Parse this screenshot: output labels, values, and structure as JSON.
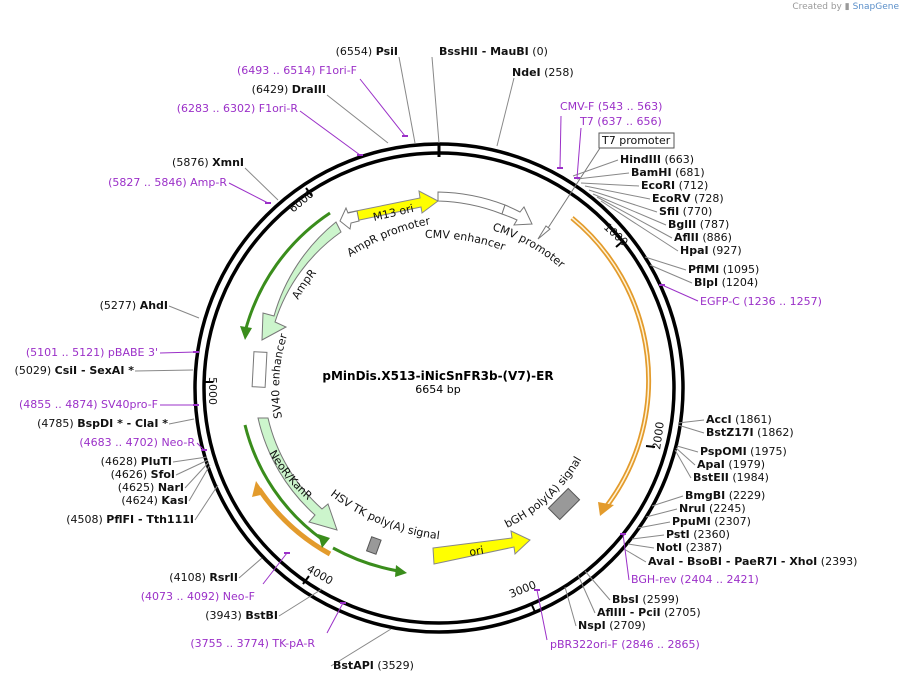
{
  "credit": {
    "prefix": "Created by",
    "brand": "SnapGene"
  },
  "plasmid": {
    "name": "pMinDis.X513-iNicSnFR3b-(V7)-ER",
    "length": "6654 bp"
  },
  "ticks": [
    "1000",
    "2000",
    "3000",
    "4000",
    "5000",
    "6000"
  ],
  "features": [
    {
      "label": "M13 ori",
      "color": "#ffff00"
    },
    {
      "label": "CMV enhancer",
      "color": "#ffffff"
    },
    {
      "label": "CMV promoter",
      "color": "#ffffff"
    },
    {
      "label": "T7 promoter",
      "color": "#ffffff"
    },
    {
      "label": "AmpR promoter",
      "color": "#ffffff"
    },
    {
      "label": "AmpR",
      "color": "#ccf5cc"
    },
    {
      "label": "SV40 enhancer",
      "color": "#ffffff"
    },
    {
      "label": "NeoR/KanR",
      "color": "#ccf5cc"
    },
    {
      "label": "HSV TK poly(A) signal",
      "color": "#999999"
    },
    {
      "label": "ori",
      "color": "#ffff00"
    },
    {
      "label": "bGH poly(A) signal",
      "color": "#999999"
    }
  ],
  "sites": [
    {
      "pos": "(6554)",
      "name": "PsiI"
    },
    {
      "pos": "(0)",
      "name": "BssHII  - MauBI"
    },
    {
      "pos": "(258)",
      "name": "NdeI"
    },
    {
      "pos": "(6429)",
      "name": "DraIII"
    },
    {
      "pos": "(5876)",
      "name": "XmnI"
    },
    {
      "pos": "(663)",
      "name": "HindIII"
    },
    {
      "pos": "(681)",
      "name": "BamHI"
    },
    {
      "pos": "(712)",
      "name": "EcoRI"
    },
    {
      "pos": "(728)",
      "name": "EcoRV"
    },
    {
      "pos": "(770)",
      "name": "SfiI"
    },
    {
      "pos": "(787)",
      "name": "BglII"
    },
    {
      "pos": "(886)",
      "name": "AflII"
    },
    {
      "pos": "(927)",
      "name": "HpaI"
    },
    {
      "pos": "(1095)",
      "name": "PflMI"
    },
    {
      "pos": "(1204)",
      "name": "BlpI"
    },
    {
      "pos": "(5277)",
      "name": "AhdI"
    },
    {
      "pos": "(5029)",
      "name": "CsiI  - SexAI *"
    },
    {
      "pos": "(4785)",
      "name": "BspDI *  - ClaI *"
    },
    {
      "pos": "(1861)",
      "name": "AccI"
    },
    {
      "pos": "(1862)",
      "name": "BstZ17I"
    },
    {
      "pos": "(1975)",
      "name": "PspOMI"
    },
    {
      "pos": "(1979)",
      "name": "ApaI"
    },
    {
      "pos": "(1984)",
      "name": "BstEII"
    },
    {
      "pos": "(4628)",
      "name": "PluTI"
    },
    {
      "pos": "(4626)",
      "name": "SfoI"
    },
    {
      "pos": "(4625)",
      "name": "NarI"
    },
    {
      "pos": "(4624)",
      "name": "KasI"
    },
    {
      "pos": "(4508)",
      "name": "PflFI  - Tth111I"
    },
    {
      "pos": "(2229)",
      "name": "BmgBI"
    },
    {
      "pos": "(2245)",
      "name": "NruI"
    },
    {
      "pos": "(2307)",
      "name": "PpuMI"
    },
    {
      "pos": "(2360)",
      "name": "PstI"
    },
    {
      "pos": "(2387)",
      "name": "NotI"
    },
    {
      "pos": "(2393)",
      "name": "AvaI  - BsoBI  - PaeR7I  - XhoI"
    },
    {
      "pos": "(4108)",
      "name": "RsrII"
    },
    {
      "pos": "(3943)",
      "name": "BstBI"
    },
    {
      "pos": "(2599)",
      "name": "BbsI"
    },
    {
      "pos": "(2705)",
      "name": "AflIII  - PciI"
    },
    {
      "pos": "(2709)",
      "name": "NspI"
    },
    {
      "pos": "(3529)",
      "name": "BstAPI"
    }
  ],
  "primers": [
    {
      "range": "(6493 .. 6514)",
      "name": "F1ori-F"
    },
    {
      "range": "(6283 .. 6302)",
      "name": "F1ori-R"
    },
    {
      "range": "(5827 .. 5846)",
      "name": "Amp-R"
    },
    {
      "range": "(543 .. 563)",
      "name": "CMV-F"
    },
    {
      "range": "(637 .. 656)",
      "name": "T7"
    },
    {
      "range": "(1236 .. 1257)",
      "name": "EGFP-C"
    },
    {
      "range": "(5101 .. 5121)",
      "name": "pBABE 3'"
    },
    {
      "range": "(4855 .. 4874)",
      "name": "SV40pro-F"
    },
    {
      "range": "(4683 .. 4702)",
      "name": "Neo-R"
    },
    {
      "range": "(2404 .. 2421)",
      "name": "BGH-rev"
    },
    {
      "range": "(4073 .. 4092)",
      "name": "Neo-F"
    },
    {
      "range": "(3755 .. 3774)",
      "name": "TK-pA-R"
    },
    {
      "range": "(2846 .. 2865)",
      "name": "pBR322ori-F"
    }
  ]
}
